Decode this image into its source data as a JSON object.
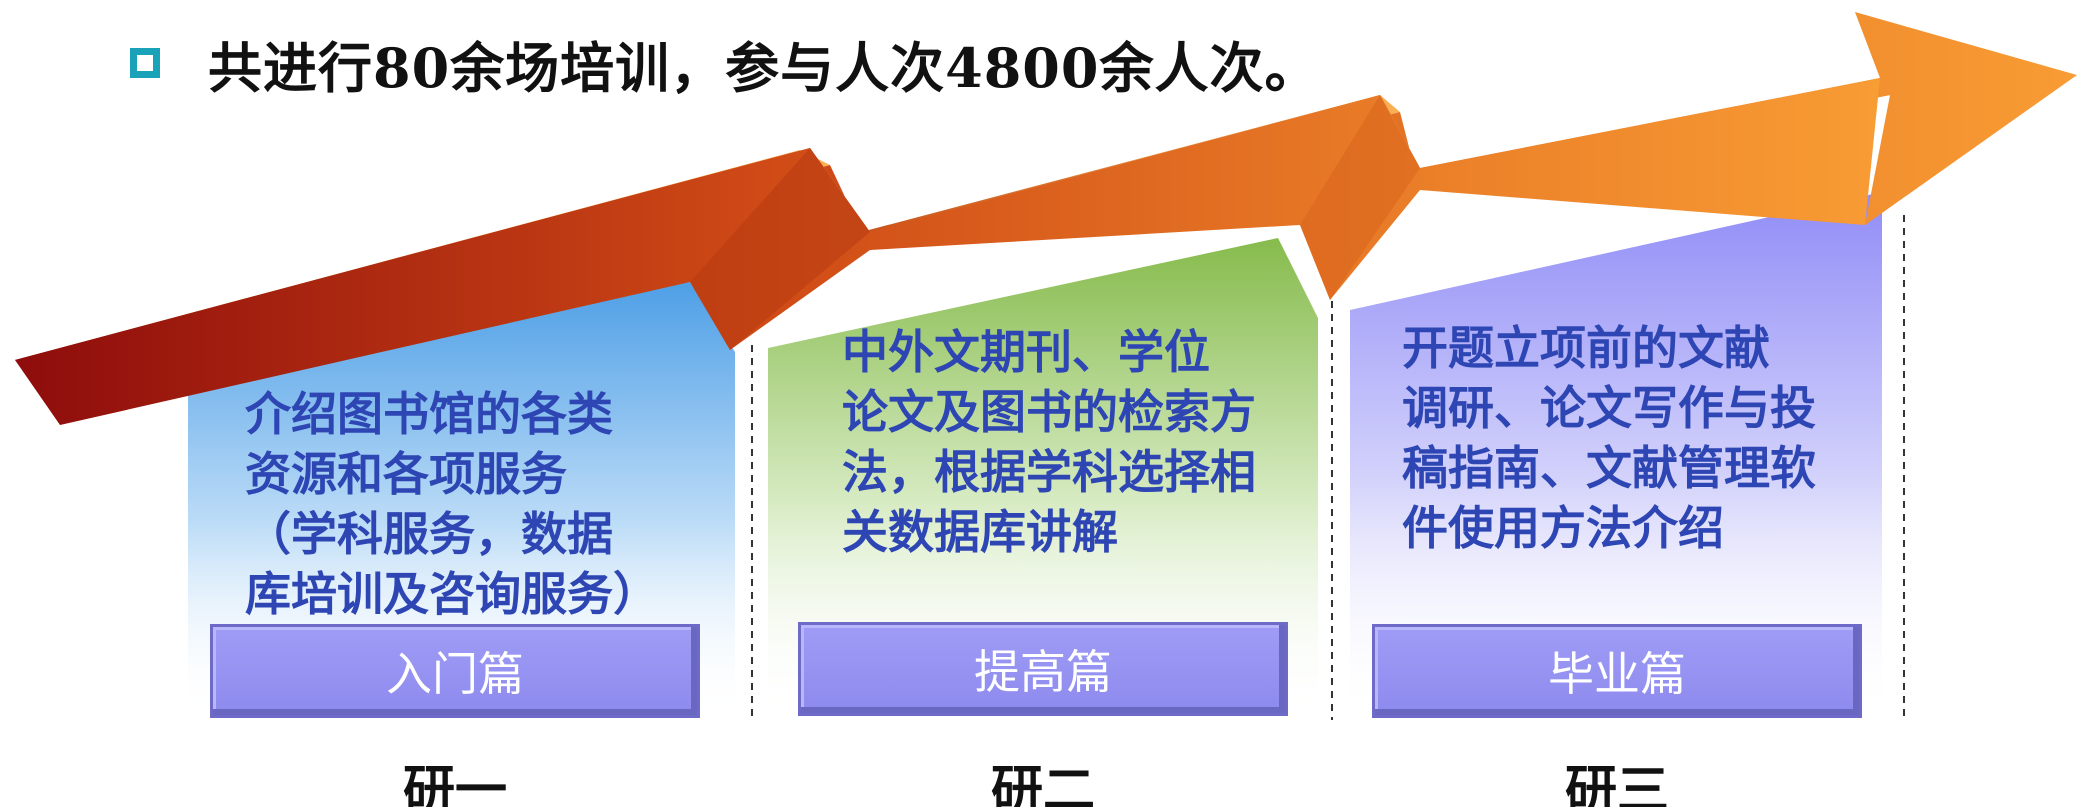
{
  "header": {
    "bullet_icon": "hollow-square-bullet",
    "bullet_color": "#1aa3b8",
    "text": "共进行80余场培训，参与人次4800余人次。"
  },
  "arrow": {
    "colors": [
      "#9c1010",
      "#d9541a",
      "#f7952e"
    ],
    "direction": "up-right"
  },
  "panels": [
    {
      "text": " 介绍图书馆的各类\n资源和各项服务\n（学科服务，数据\n库培训及咨询服务）",
      "button": "入门篇",
      "year": "研一",
      "color": "#5aa8e8"
    },
    {
      "text": " 中外文期刊、学位\n论文及图书的检索方\n法，根据学科选择相\n关数据库讲解",
      "button": "提高篇",
      "year": "研二",
      "color": "#8cc05a"
    },
    {
      "text": " 开题立项前的文献\n调研、论文写作与投\n稿指南、文献管理软\n件使用方法介绍",
      "button": "毕业篇",
      "year": "研三",
      "color": "#9f9cf6"
    }
  ]
}
